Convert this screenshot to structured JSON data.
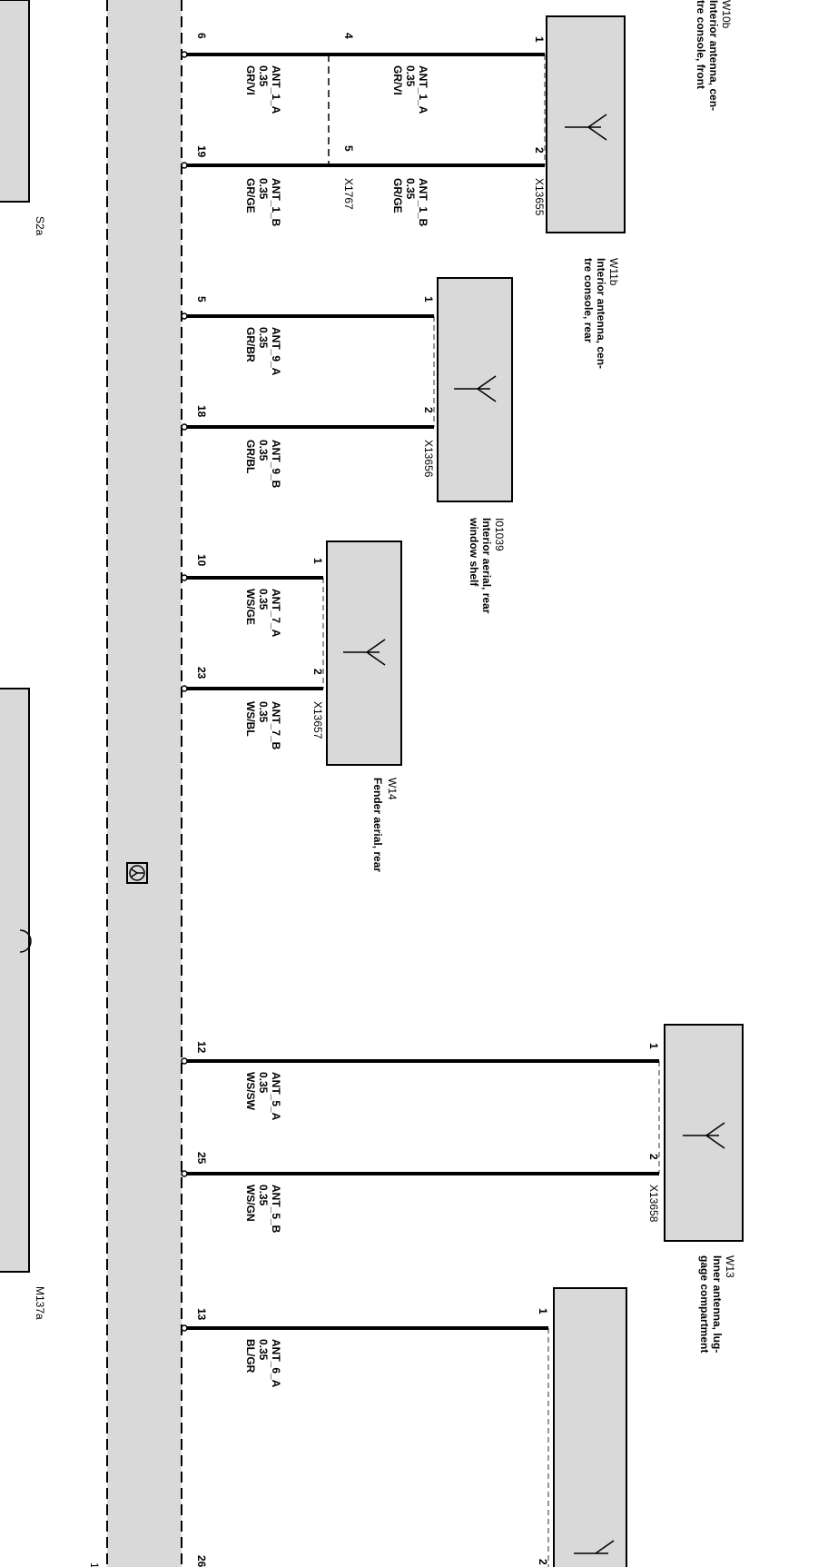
{
  "connectors": {
    "c1": "X13655",
    "c2": "X13656",
    "c3": "X13657",
    "c4": "X13658",
    "x1767": "X1767"
  },
  "components": {
    "w10b": {
      "code": "W10b",
      "desc1": "Interior antenna, cen-",
      "desc2": "tre console, front"
    },
    "w11b": {
      "code": "W11b",
      "desc1": "Interior antenna, cen-",
      "desc2": "tre console, rear"
    },
    "i01039": {
      "code": "I01039",
      "desc1": "Interior aerial, rear",
      "desc2": "window shelf"
    },
    "w14": {
      "code": "W14",
      "desc1": "Fender aerial, rear"
    },
    "w13": {
      "code": "W13",
      "desc1": "Inner antenna, lug-",
      "desc2": "gage compartment"
    }
  },
  "left_boxes": {
    "s2a": "S2a",
    "m137a": "M137a"
  },
  "pins": {
    "p1_1": "1",
    "p1_2": "2",
    "p4": "4",
    "p5": "5",
    "p6": "6",
    "p19": "19",
    "p2_1": "1",
    "p2_2": "2",
    "p5b": "5",
    "p18": "18",
    "p3_1": "1",
    "p3_2": "2",
    "p10": "10",
    "p23": "23",
    "p4_1": "1",
    "p4_2": "2",
    "p12": "12",
    "p25": "25",
    "p5_1": "1",
    "p5_2": "2",
    "p13": "13",
    "p26": "26",
    "bottom1": "1"
  },
  "wires": {
    "ant1a": {
      "name": "ANT_1_A",
      "gauge": "0.35",
      "color": "GR/VI"
    },
    "ant1b": {
      "name": "ANT_1_B",
      "gauge": "0.35",
      "color": "GR/GE"
    },
    "ant9a": {
      "name": "ANT_9_A",
      "gauge": "0.35",
      "color": "GR/BR"
    },
    "ant9b": {
      "name": "ANT_9_B",
      "gauge": "0.35",
      "color": "GR/BL"
    },
    "ant7a": {
      "name": "ANT_7_A",
      "gauge": "0.35",
      "color": "WS/GE"
    },
    "ant7b": {
      "name": "ANT_7_B",
      "gauge": "0.35",
      "color": "WS/BL"
    },
    "ant5a": {
      "name": "ANT_5_A",
      "gauge": "0.35",
      "color": "WS/SW"
    },
    "ant5b": {
      "name": "ANT_5_B",
      "gauge": "0.35",
      "color": "WS/GN"
    },
    "ant6a": {
      "name": "ANT_6_A",
      "gauge": "0.35",
      "color": "BL/GR"
    }
  },
  "colors": {
    "box_fill": "#d9d9d9",
    "line": "#000000",
    "dash": "#777777"
  }
}
